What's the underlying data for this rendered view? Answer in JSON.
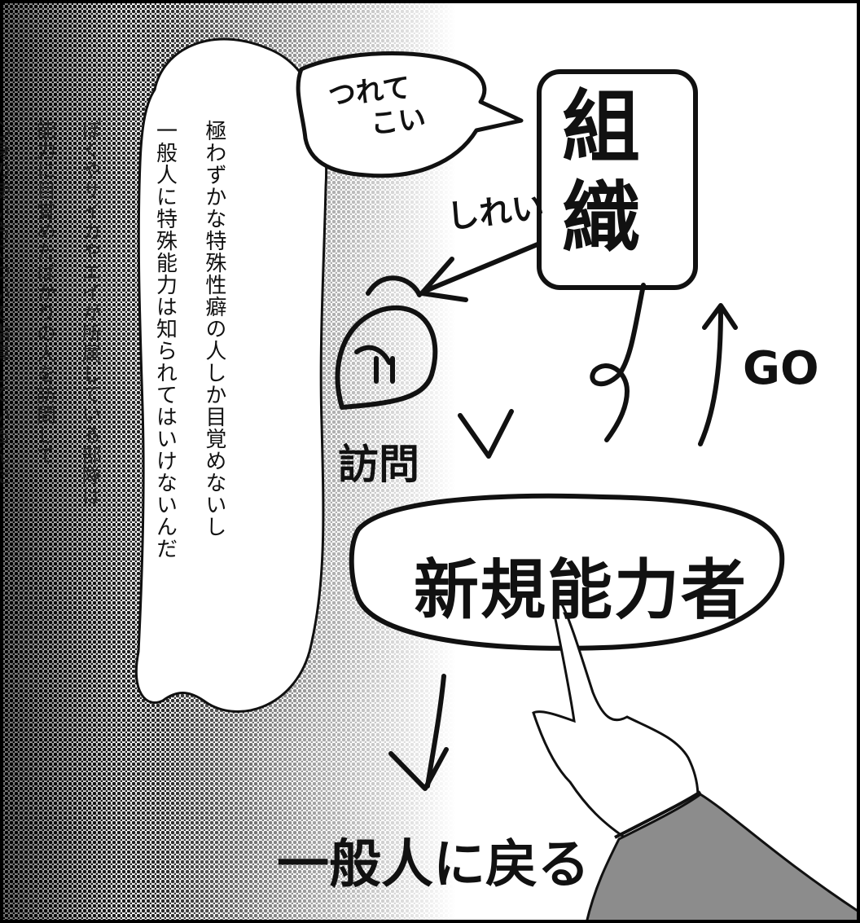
{
  "panel": {
    "narration_dark": [
      "ぼくやサイカやエイが所属している部隊は",
      "能力に目覚めたばかりの人を訪問して",
      "心身の使い方について指導しているんだ"
    ],
    "narration_bubble": [
      "極わずかな特殊性癖の人しか目覚めないし",
      "一般人に特殊能力は知られてはいけないんだ"
    ],
    "speech": [
      "つれて",
      "こい"
    ],
    "order_label": "しれい",
    "org_box": [
      "組",
      "織"
    ],
    "go_label": "GO",
    "visit_label": "訪問",
    "new_user_label": "新規能力者",
    "return_label": "一般人に戻る"
  }
}
